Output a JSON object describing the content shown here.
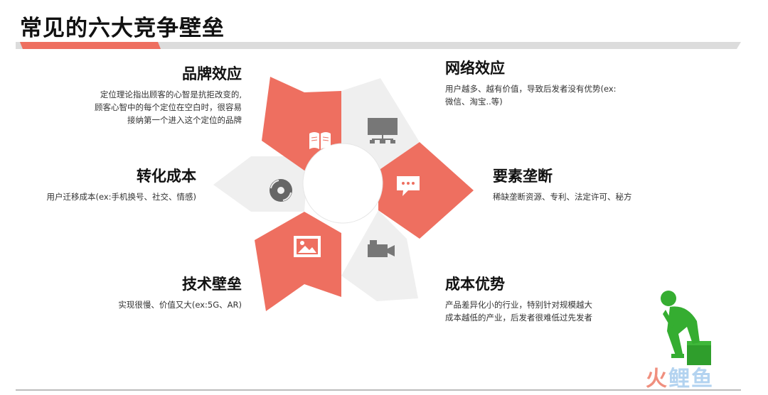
{
  "title": "常见的六大竞争壁垒",
  "colors": {
    "accent": "#ee6f60",
    "grey": "#efefef",
    "center": "#ffffff"
  },
  "barriers": [
    {
      "key": "brand",
      "title": "品牌效应",
      "lines": [
        "定位理论指出顾客的心智是抗拒改变的,",
        "顾客心智中的每个定位在空白时，很容易",
        "接纳第一个进入这个定位的品牌"
      ],
      "icon": "book-icon"
    },
    {
      "key": "network",
      "title": "网络效应",
      "lines": [
        "用户越多、越有价值，导致后发者没有优势(ex:",
        "微信、淘宝..等)"
      ],
      "icon": "monitor-network-icon"
    },
    {
      "key": "switching",
      "title": "转化成本",
      "lines": [
        "用户迁移成本(ex:手机换号、社交、情感)"
      ],
      "icon": "disc-icon"
    },
    {
      "key": "monopoly",
      "title": "要素垄断",
      "lines": [
        "稀缺垄断资源、专利、法定许可、秘方"
      ],
      "icon": "chat-icon"
    },
    {
      "key": "tech",
      "title": "技术壁垒",
      "lines": [
        "实现很慢、价值又大(ex:5G、AR)"
      ],
      "icon": "picture-icon"
    },
    {
      "key": "cost",
      "title": "成本优势",
      "lines": [
        "产品差异化小的行业，特别针对规模越大",
        "成本越低的产业，后发者很难低过先发者"
      ],
      "icon": "video-camera-icon"
    }
  ],
  "logo": {
    "part1": "火",
    "part2": "鲤鱼"
  }
}
